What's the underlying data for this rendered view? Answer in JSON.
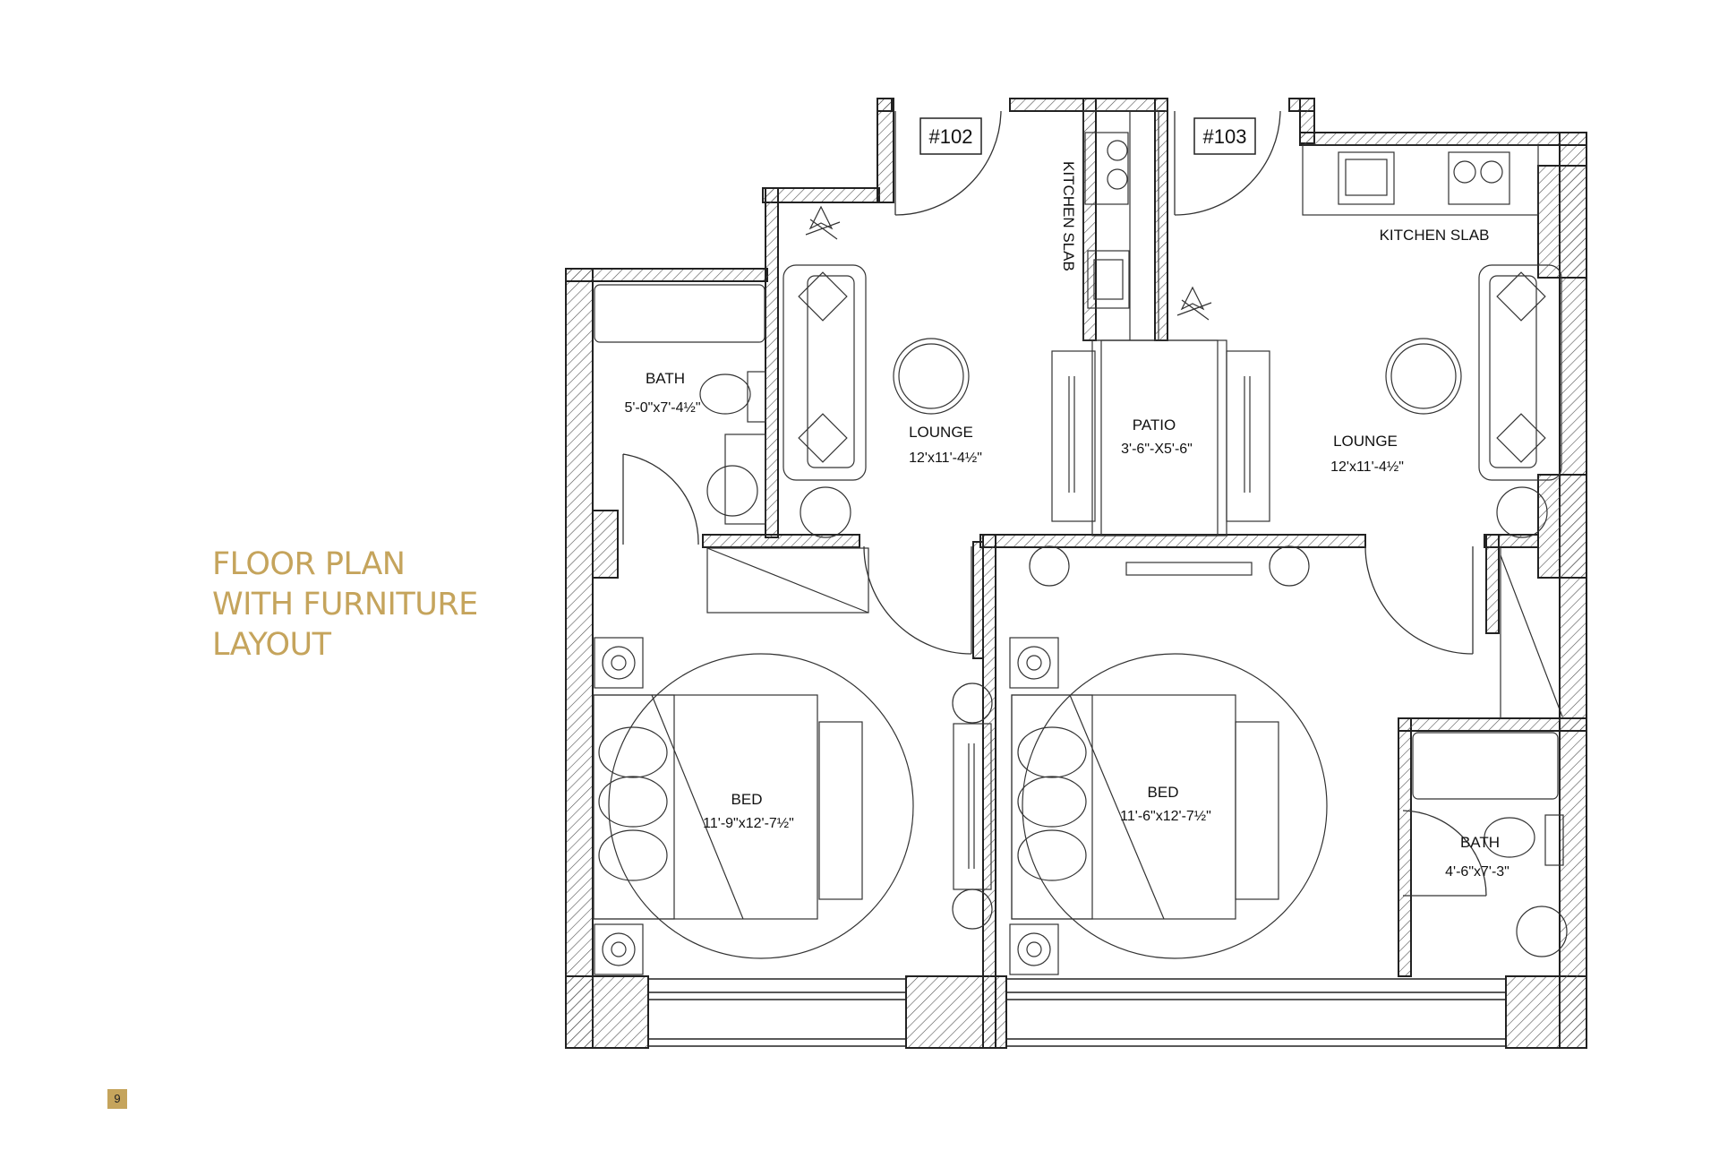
{
  "page": {
    "title_lines": [
      "FLOOR PLAN",
      "WITH FURNITURE",
      "LAYOUT"
    ],
    "page_number": "9",
    "colors": {
      "accent": "#c5a45c",
      "line": "#222222"
    }
  },
  "plan": {
    "unit_labels": {
      "u102": "#102",
      "u103": "#103"
    },
    "kitchen_slab_left": "KITCHEN SLAB",
    "kitchen_slab_right": "KITCHEN SLAB",
    "rooms": {
      "bath_left": {
        "name": "BATH",
        "size": "5'-0\"x7'-4½\""
      },
      "lounge_left": {
        "name": "LOUNGE",
        "size": "12'x11'-4½\""
      },
      "patio": {
        "name": "PATIO",
        "size": "3'-6\"-X5'-6\""
      },
      "lounge_right": {
        "name": "LOUNGE",
        "size": "12'x11'-4½\""
      },
      "bed_left": {
        "name": "BED",
        "size": "11'-9\"x12'-7½\""
      },
      "bed_right": {
        "name": "BED",
        "size": "11'-6\"x12'-7½\""
      },
      "bath_right": {
        "name": "BATH",
        "size": "4'-6\"x7'-3\""
      }
    }
  }
}
